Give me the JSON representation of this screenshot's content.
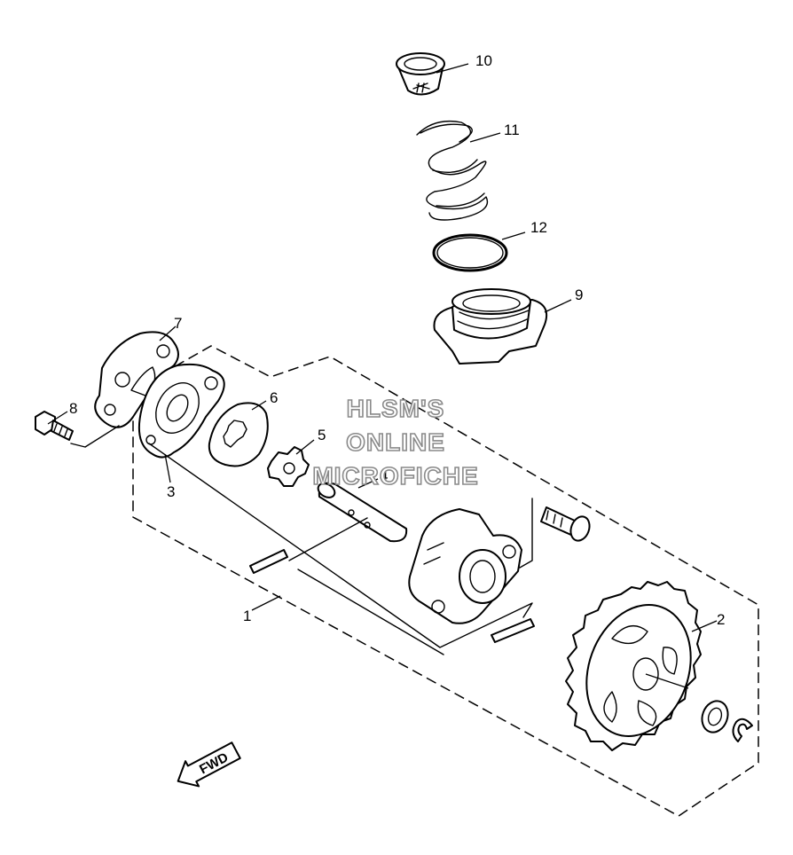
{
  "diagram": {
    "callouts": {
      "c1": "1",
      "c2": "2",
      "c3": "3",
      "c4": "4",
      "c5": "5",
      "c6": "6",
      "c7": "7",
      "c8": "8",
      "c9": "9",
      "c10": "10",
      "c11": "11",
      "c12": "12"
    },
    "watermark": {
      "line1": "HLSM'S",
      "line2": "ONLINE",
      "line3": "MICROFICHE"
    },
    "direction_arrow": {
      "label": "FWD",
      "icon": "arrow-left-icon"
    }
  }
}
